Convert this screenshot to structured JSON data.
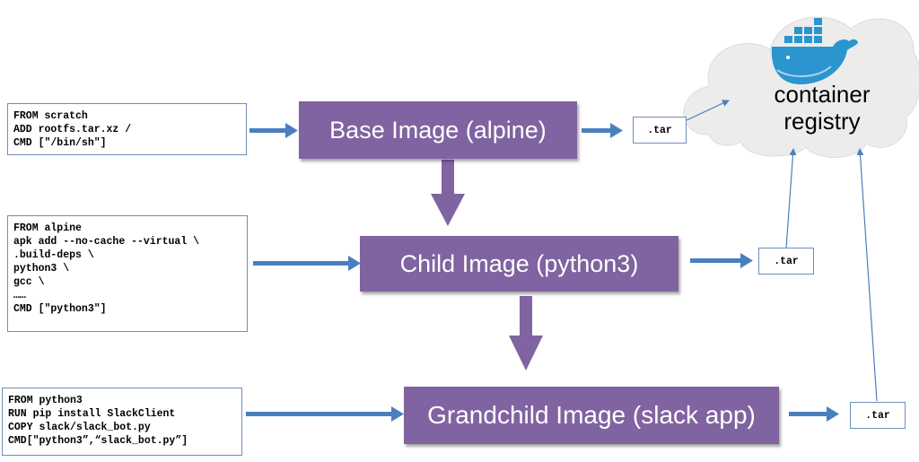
{
  "base_dockerfile": {
    "lines": [
      "FROM scratch",
      "ADD rootfs.tar.xz /",
      "CMD [\"/bin/sh\"]"
    ]
  },
  "child_dockerfile": {
    "lines": [
      "FROM alpine",
      "apk add --no-cache --virtual \\",
      ".build-deps \\",
      "python3 \\",
      "gcc \\",
      "……",
      "CMD [\"python3\"]"
    ]
  },
  "grandchild_dockerfile": {
    "lines": [
      "FROM python3",
      "RUN pip install SlackClient",
      "COPY slack/slack_bot.py",
      "CMD[\"python3”,“slack_bot.py”]"
    ]
  },
  "images": {
    "base": "Base Image (alpine)",
    "child": "Child Image (python3)",
    "grandchild": "Grandchild Image (slack app)"
  },
  "tar_label": ".tar",
  "registry": {
    "line1": "container",
    "line2": "registry",
    "icon": "docker-whale-icon"
  },
  "colors": {
    "image_fill": "#8063a1",
    "arrow": "#4a7fbf",
    "cloud": "#ececec",
    "whale": "#2a95cf"
  }
}
